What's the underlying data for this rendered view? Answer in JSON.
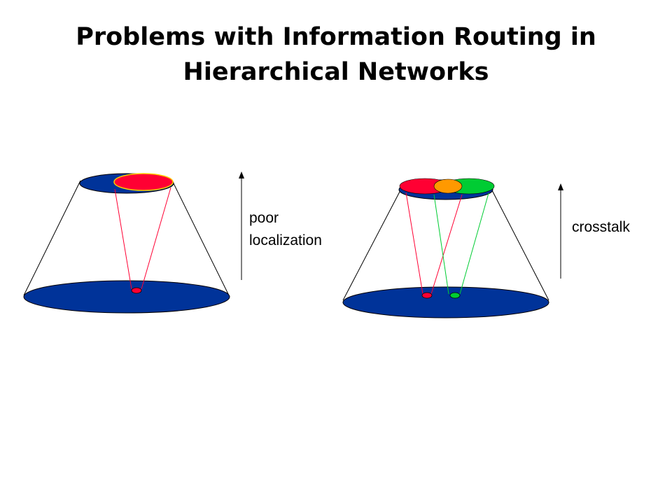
{
  "title": {
    "line1": "Problems with Information Routing in",
    "line2": "Hierarchical Networks"
  },
  "left_diagram": {
    "label_line1": "poor",
    "label_line2": "localization"
  },
  "right_diagram": {
    "label": "crosstalk"
  },
  "colors": {
    "layer": "#003399",
    "red": "#ff0033",
    "green": "#00cc33",
    "orange": "#ff9900",
    "yellow_outline": "#ffcc00"
  }
}
